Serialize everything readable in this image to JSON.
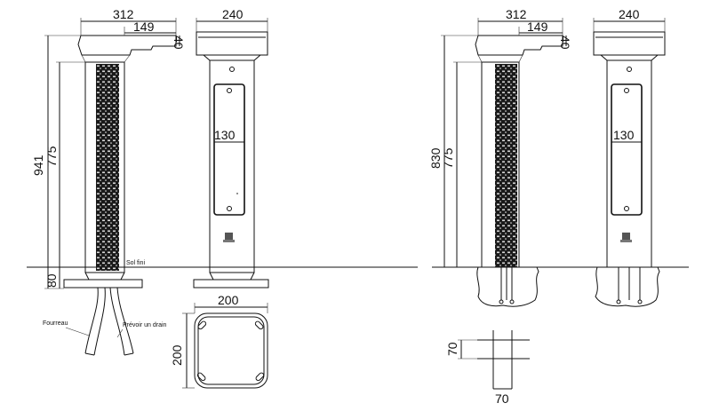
{
  "labels": {
    "width_312": "312",
    "width_149": "149",
    "height_40": "40",
    "width_240": "240",
    "height_941": "941",
    "height_775": "775",
    "height_80": "80",
    "width_130": "130",
    "base_200_w": "200",
    "base_200_h": "200",
    "height_830": "830",
    "grid_70_v": "70",
    "grid_70_h": "70",
    "ground": "Sol fini",
    "sleeve": "Fourreau",
    "drain": "Prévoir un drain"
  },
  "colors": {
    "line": "#111111",
    "column_dark": "#1a1a1a",
    "hatch": "#cccccc",
    "background": "#ffffff"
  },
  "icons": [
    "bracket-icon",
    "logo-icon"
  ]
}
